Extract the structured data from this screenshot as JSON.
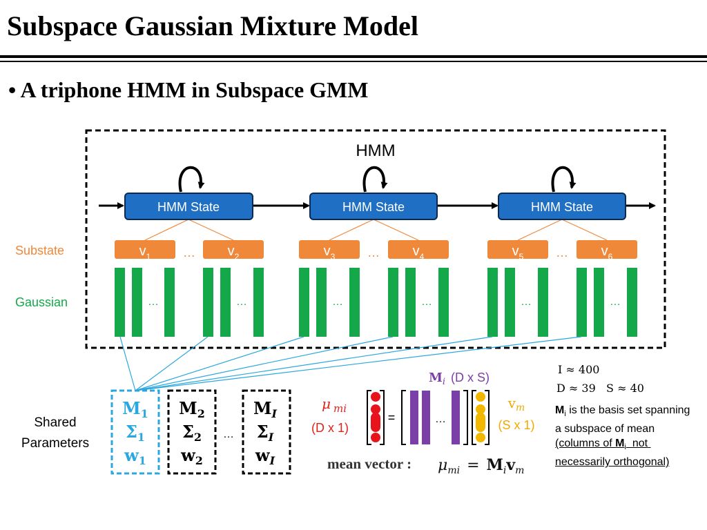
{
  "slide": {
    "title": "Subspace Gaussian Mixture Model",
    "bullet_mark": "•",
    "bullet_text": "A triphone HMM in Subspace GMM"
  },
  "diagram": {
    "hmm_label": "HMM",
    "states": [
      "HMM State",
      "HMM State",
      "HMM State"
    ],
    "substate_row_label": "Substate",
    "gaussian_row_label": "Gaussian",
    "substates": [
      {
        "base": "v",
        "sub": "1"
      },
      {
        "base": "v",
        "sub": "2"
      },
      {
        "base": "v",
        "sub": "3"
      },
      {
        "base": "v",
        "sub": "4"
      },
      {
        "base": "v",
        "sub": "5"
      },
      {
        "base": "v",
        "sub": "6"
      }
    ],
    "ellipsis": "…",
    "shared_label_line1": "Shared",
    "shared_label_line2": "Parameters",
    "param_sets": [
      {
        "M": "M",
        "S": "Σ",
        "w": "w",
        "sub": "1"
      },
      {
        "M": "M",
        "S": "Σ",
        "w": "w",
        "sub": "2"
      },
      {
        "M": "M",
        "S": "Σ",
        "w": "w",
        "sub": "I"
      }
    ],
    "mu_label": "μ",
    "mu_sub": "mi",
    "mu_dim": "(D x 1)",
    "equals": "=",
    "M_label": "M",
    "M_sub": "i",
    "M_dim": "(D x S)",
    "v_label": "v",
    "v_sub": "m",
    "v_dim": "(S x 1)",
    "formula_prefix": "mean vector :",
    "formula_lhs": "μ",
    "formula_lhs_sub": "mi",
    "formula_eq": "=",
    "formula_rhs_M": "M",
    "formula_rhs_M_sub": "i",
    "formula_rhs_v": "v",
    "formula_rhs_v_sub": "m",
    "approx_lines": [
      "I ≈ 400",
      "D ≈ 39   S ≈ 40"
    ],
    "note_bold": "M",
    "note_bold_sub": "i",
    "note_text": " is the basis set spanning a subspace of mean ",
    "note_underline": "(columns of ",
    "note_underline_bold": "M",
    "note_underline_sub": "i",
    "note_underline_rest": "  not necessarily orthogonal)"
  },
  "colors": {
    "state_fill": "#1f6fc4",
    "state_border": "#0b2a52",
    "substate_fill": "#f0883a",
    "substate_text": "#f0883a",
    "gaussian_fill": "#14a84a",
    "gaussian_text": "#14a84a",
    "link_blue": "#2aa7df",
    "cyan_text": "#2aa7df",
    "red_text": "#e2231a",
    "red_dot": "#e8141b",
    "purple": "#7b3fa8",
    "gold": "#f2b800",
    "gold_text": "#f2a900"
  }
}
